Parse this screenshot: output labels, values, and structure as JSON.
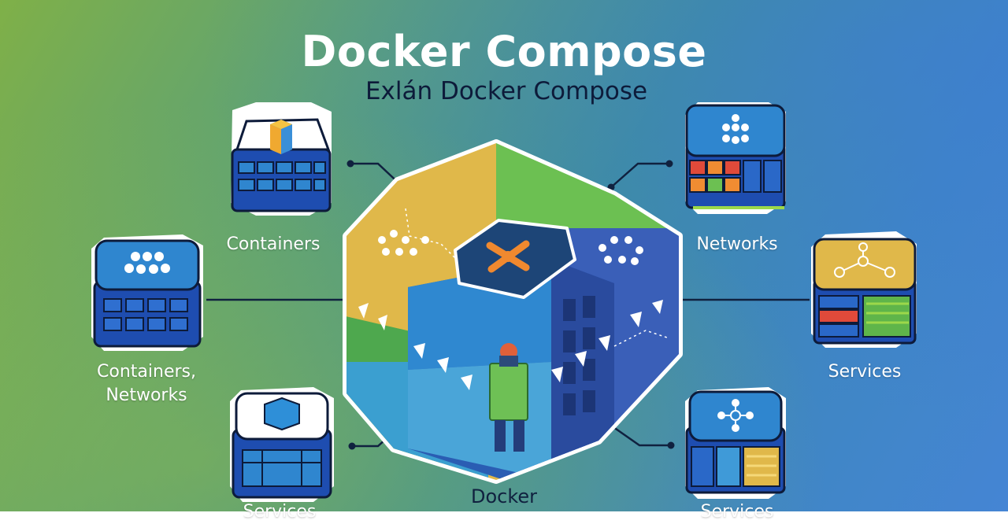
{
  "header": {
    "title": "Docker Compose",
    "subtitle": "Exlán Docker Compose"
  },
  "labels": {
    "top_left": "Containers",
    "mid_left_line1": "Containers,",
    "mid_left_line2": "Networks",
    "bottom_left": "Services",
    "top_right": "Networks",
    "mid_right": "Services",
    "bottom_right": "Services",
    "center_bottom": "Docker"
  },
  "icons": {
    "top_left": "cube-icon",
    "mid_left": "dots-grid-icon",
    "bottom_left": "cube-icon",
    "top_right": "dots-grid-icon",
    "mid_right": "network-nodes-icon",
    "bottom_right": "network-nodes-icon",
    "center": "cross-icon"
  },
  "colors": {
    "hex_yellow": "#e0b84a",
    "hex_green": "#6cc052",
    "hex_blue": "#3a5fb8",
    "accent_orange": "#f0892f",
    "icon_dark": "#1d3f86",
    "icon_light": "#2f86cf"
  }
}
